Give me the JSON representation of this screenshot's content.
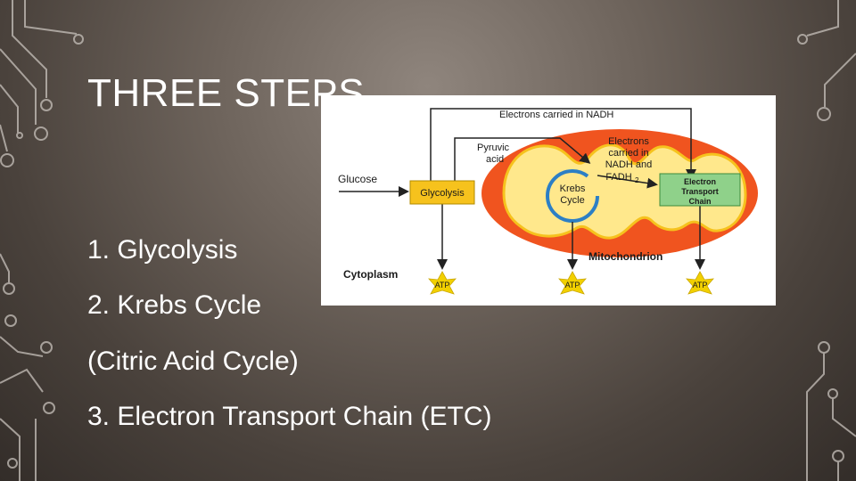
{
  "slide": {
    "title": "THREE STEPS",
    "bullets": [
      "1. Glycolysis",
      "2. Krebs Cycle",
      "(Citric Acid Cycle)",
      "3. Electron Transport Chain (ETC)"
    ]
  },
  "diagram": {
    "electrons_nadh_top": "Electrons carried in NADH",
    "pyruvic_line1": "Pyruvic",
    "pyruvic_line2": "acid",
    "electrons_line1": "Electrons",
    "electrons_line2": "carried in",
    "electrons_line3": "NADH and",
    "electrons_line4": "FADH",
    "electrons_line4_sub": "2",
    "glucose": "Glucose",
    "glycolysis": "Glycolysis",
    "krebs_line1": "Krebs",
    "krebs_line2": "Cycle",
    "etc_line1": "Electron",
    "etc_line2": "Transport",
    "etc_line3": "Chain",
    "mitochondrion": "Mitochondrion",
    "cytoplasm": "Cytoplasm",
    "atp": "ATP"
  },
  "colors": {
    "background": "#6e645c",
    "mito_outer": "#f0541f",
    "mito_inner": "#ffe88c",
    "glycolysis_box": "#f6c21d",
    "etc_box": "#8fd18a",
    "krebs_arrow": "#2c7fc5",
    "atp_star": "#f2d000"
  }
}
